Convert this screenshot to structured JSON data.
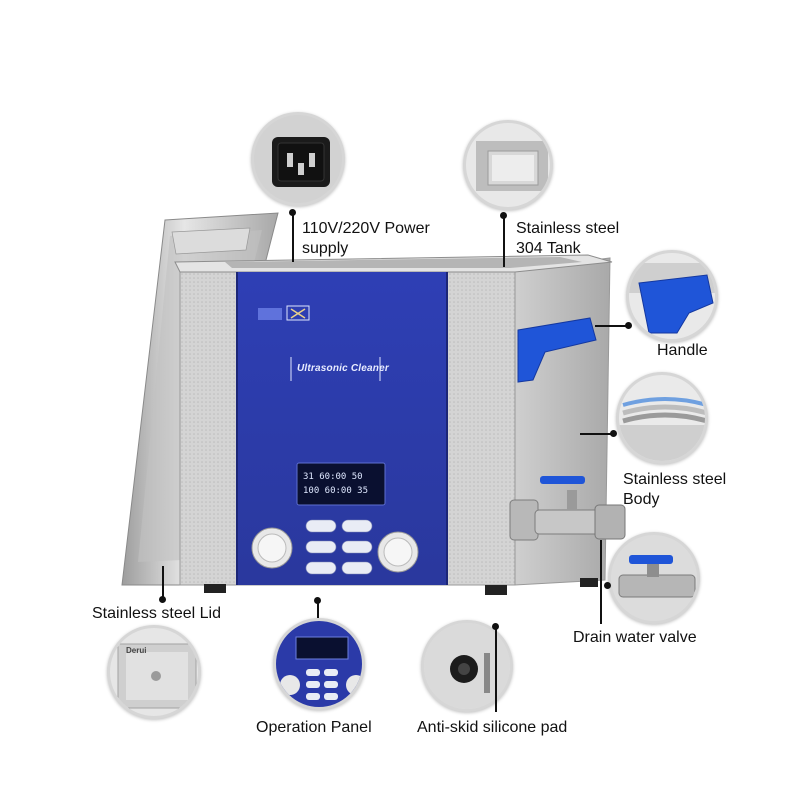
{
  "labels": {
    "power_line1": "110V/220V Power",
    "power_line2": "supply",
    "tank_line1": "Stainless steel",
    "tank_line2": "304 Tank",
    "handle": "Handle",
    "body_line1": "Stainless steel",
    "body_line2": "Body",
    "drain": "Drain water valve",
    "lid": "Stainless steel Lid",
    "panel": "Operation Panel",
    "pad": "Anti-skid silicone pad"
  },
  "machine": {
    "panel_title": "Ultrasonic Cleaner",
    "lcd_line1": "31  60:00  50",
    "lcd_line2": "100 60:00  35"
  },
  "lid_callout": {
    "brand": "Derui"
  },
  "colors": {
    "panel_blue": "#2b3aa8",
    "steel": "#c9c9c9",
    "handle_blue": "#1f55d8",
    "line": "#111111"
  },
  "icons": [
    "power-socket-icon",
    "tank-icon",
    "handle-icon",
    "body-layers-icon",
    "valve-icon",
    "lid-icon",
    "panel-icon",
    "pad-icon"
  ]
}
